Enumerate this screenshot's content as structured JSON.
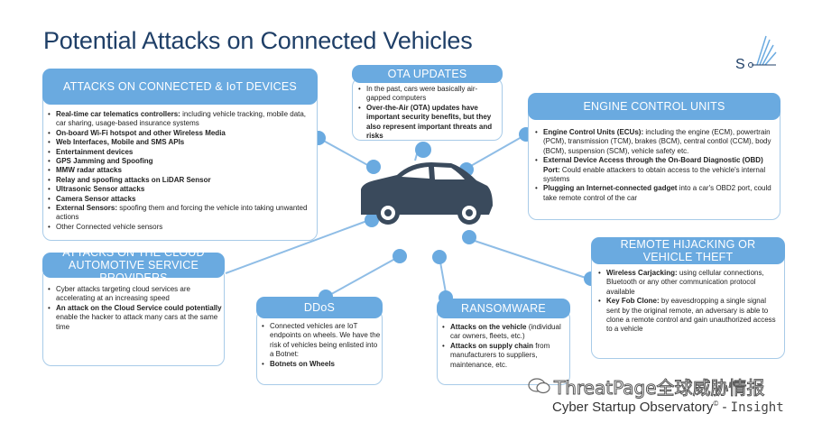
{
  "title": "Potential Attacks on Connected Vehicles",
  "logo_text": "S",
  "colors": {
    "header_bg": "#6aaae0",
    "box_border": "#a8cbe8",
    "line": "#8fbde6",
    "title": "#1f3f67",
    "car": "#3a4a5c"
  },
  "iot": {
    "header": "ATTACKS ON CONNECTED & IoT DEVICES",
    "items": [
      {
        "bold": "Real-time car telematics controllers:",
        "text": " including vehicle tracking, mobile data, car sharing, usage-based insurance systems"
      },
      {
        "bold": "On-board Wi-Fi hotspot and other Wireless Media",
        "text": ""
      },
      {
        "bold": "Web Interfaces, Mobile and SMS APIs",
        "text": ""
      },
      {
        "bold": "Entertainment devices",
        "text": ""
      },
      {
        "bold": "GPS Jamming and Spoofing",
        "text": ""
      },
      {
        "bold": "MMW radar attacks",
        "text": ""
      },
      {
        "bold": "Relay and spoofing attacks on LiDAR Sensor",
        "text": ""
      },
      {
        "bold": "Ultrasonic Sensor attacks",
        "text": ""
      },
      {
        "bold": "Camera Sensor attacks",
        "text": ""
      },
      {
        "bold": "External Sensors:",
        "text": " spoofing them and forcing the vehicle into taking unwanted actions"
      },
      {
        "bold": "",
        "text": "Other Connected vehicle sensors"
      }
    ]
  },
  "ota": {
    "header": "OTA UPDATES",
    "items": [
      {
        "bold": "",
        "text": "In the past, cars were basically air-gapped computers"
      },
      {
        "bold": "Over-the-Air (OTA) updates have important security benefits, but they also represent important threats and risks",
        "text": ""
      }
    ]
  },
  "ecu": {
    "header": "ENGINE CONTROL UNITS",
    "items": [
      {
        "bold": "Engine Control Units (ECUs):",
        "text": " including the engine (ECM), powertrain (PCM), transmission (TCM), brakes (BCM), central contlol (CCM), body (BCM), suspension (SCM), vehicle safety etc."
      },
      {
        "bold": "External Device Access through the On-Board Diagnostic (OBD) Port:",
        "text": " Could enable attackers to obtain access to the vehicle's internal systems"
      },
      {
        "bold": "Plugging an Internet-connected gadget",
        "text": " into a car's OBD2 port, could take remote control of the car"
      }
    ]
  },
  "cloud": {
    "header_l1": "ATTACKS ON THE CLOUD",
    "header_l2": "AUTOMOTIVE SERVICE PROVIDERS",
    "items": [
      {
        "bold": "",
        "text": "Cyber attacks targeting cloud services are accelerating at an increasing speed"
      },
      {
        "bold": "An attack on the Cloud Service could potentially",
        "text": " enable the hacker to attack many cars at the same time"
      }
    ]
  },
  "ddos": {
    "header": "DDoS",
    "items": [
      {
        "bold": "",
        "text": "Connected vehicles are IoT endpoints on wheels. We have the risk of vehicles being enlisted into a Botnet: "
      },
      {
        "bold": "Botnets on Wheels",
        "text": ""
      }
    ]
  },
  "ransom": {
    "header": "RANSOMWARE",
    "items": [
      {
        "bold": "Attacks on the vehicle",
        "text": " (individual car owners, fleets, etc.)"
      },
      {
        "bold": "Attacks on supply chain",
        "text": " from manufacturers to suppliers, maintenance, etc."
      }
    ]
  },
  "hijack": {
    "header_l1": "REMOTE HIJACKING OR",
    "header_l2": "VEHICLE THEFT",
    "items": [
      {
        "bold": "Wireless Carjacking:",
        "text": " using cellular connections, Bluetooth or any other communication protocol available"
      },
      {
        "bold": "Key Fob Clone:",
        "text": " by eavesdropping a single signal sent by the original remote, an adversary is able to clone a remote control and gain unauthorized access to a vehicle"
      }
    ]
  },
  "watermark": "ThreatPage全球威胁情报",
  "footer": {
    "brand": "Cyber Startup Observatory",
    "mark": "©",
    "sep": " - ",
    "insight": "Insight"
  }
}
